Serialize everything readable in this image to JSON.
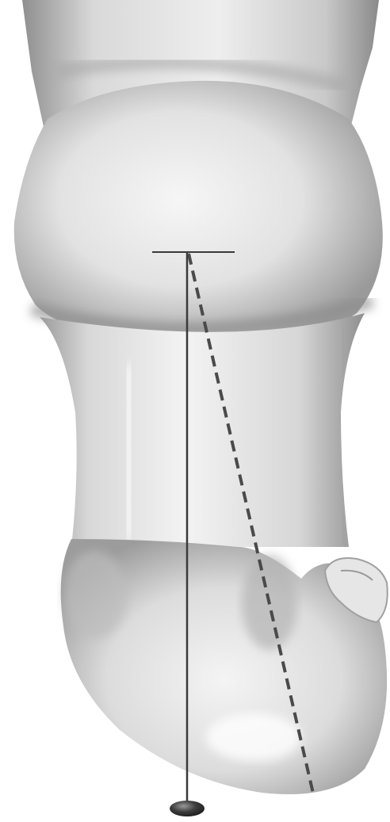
{
  "image": {
    "subject": "leg-illustration",
    "colors": {
      "background": "#ffffff",
      "skin_light": "#f2f2f2",
      "skin_mid": "#cfcfcf",
      "skin_dark": "#8c8c8c",
      "line": "#3a3a3a",
      "dashed_line": "#4a4a4a",
      "plumb_bob": "#2e2e2e"
    },
    "icons": [
      "plumb-line",
      "dashed-alignment-line",
      "plumb-bob"
    ]
  }
}
